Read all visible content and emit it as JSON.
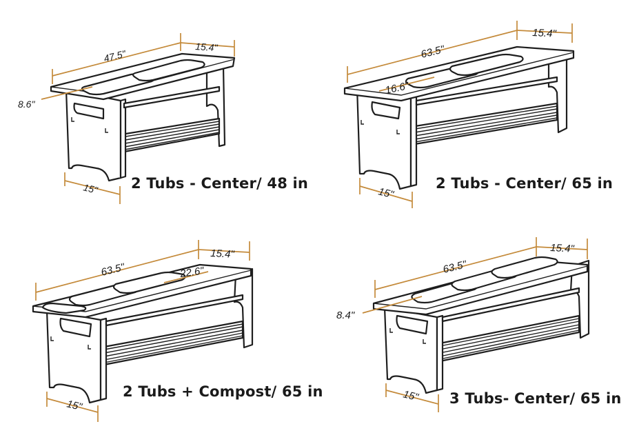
{
  "colors": {
    "dimension_line": "#c48a3a",
    "outline": "#1e1e1e",
    "background": "#ffffff"
  },
  "tables": [
    {
      "caption": "2 Tubs - Center/ 48 in",
      "length": "47.5\"",
      "depth": "15.4\"",
      "tub_width": "8.6\"",
      "leg_width": "15\""
    },
    {
      "caption": "2 Tubs - Center/ 65 in",
      "length": "63.5\"",
      "depth": "15.4\"",
      "tub_width": "16.6\"",
      "leg_width": "15\""
    },
    {
      "caption": "2 Tubs + Compost/ 65 in",
      "length": "63.5\"",
      "depth": "15.4\"",
      "tub_width": "22.6\"",
      "leg_width": "15\""
    },
    {
      "caption": "3 Tubs- Center/ 65 in",
      "length": "63.5\"",
      "depth": "15.4\"",
      "tub_width": "8.4\"",
      "leg_width": "15\""
    }
  ]
}
